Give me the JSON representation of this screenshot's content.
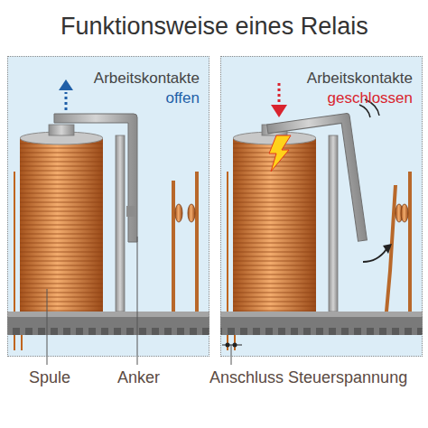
{
  "diagram": {
    "title": "Funktionsweise eines Relais",
    "nodes": [
      {
        "text": [
          "Arbeitskontakte",
          "offen"
        ]
      },
      {
        "text": [
          "Arbeitskontakte",
          "geschlossen"
        ]
      }
    ],
    "labels": [
      "Spule",
      "Anker",
      "Anschluss Steuerspannung"
    ]
  }
}
